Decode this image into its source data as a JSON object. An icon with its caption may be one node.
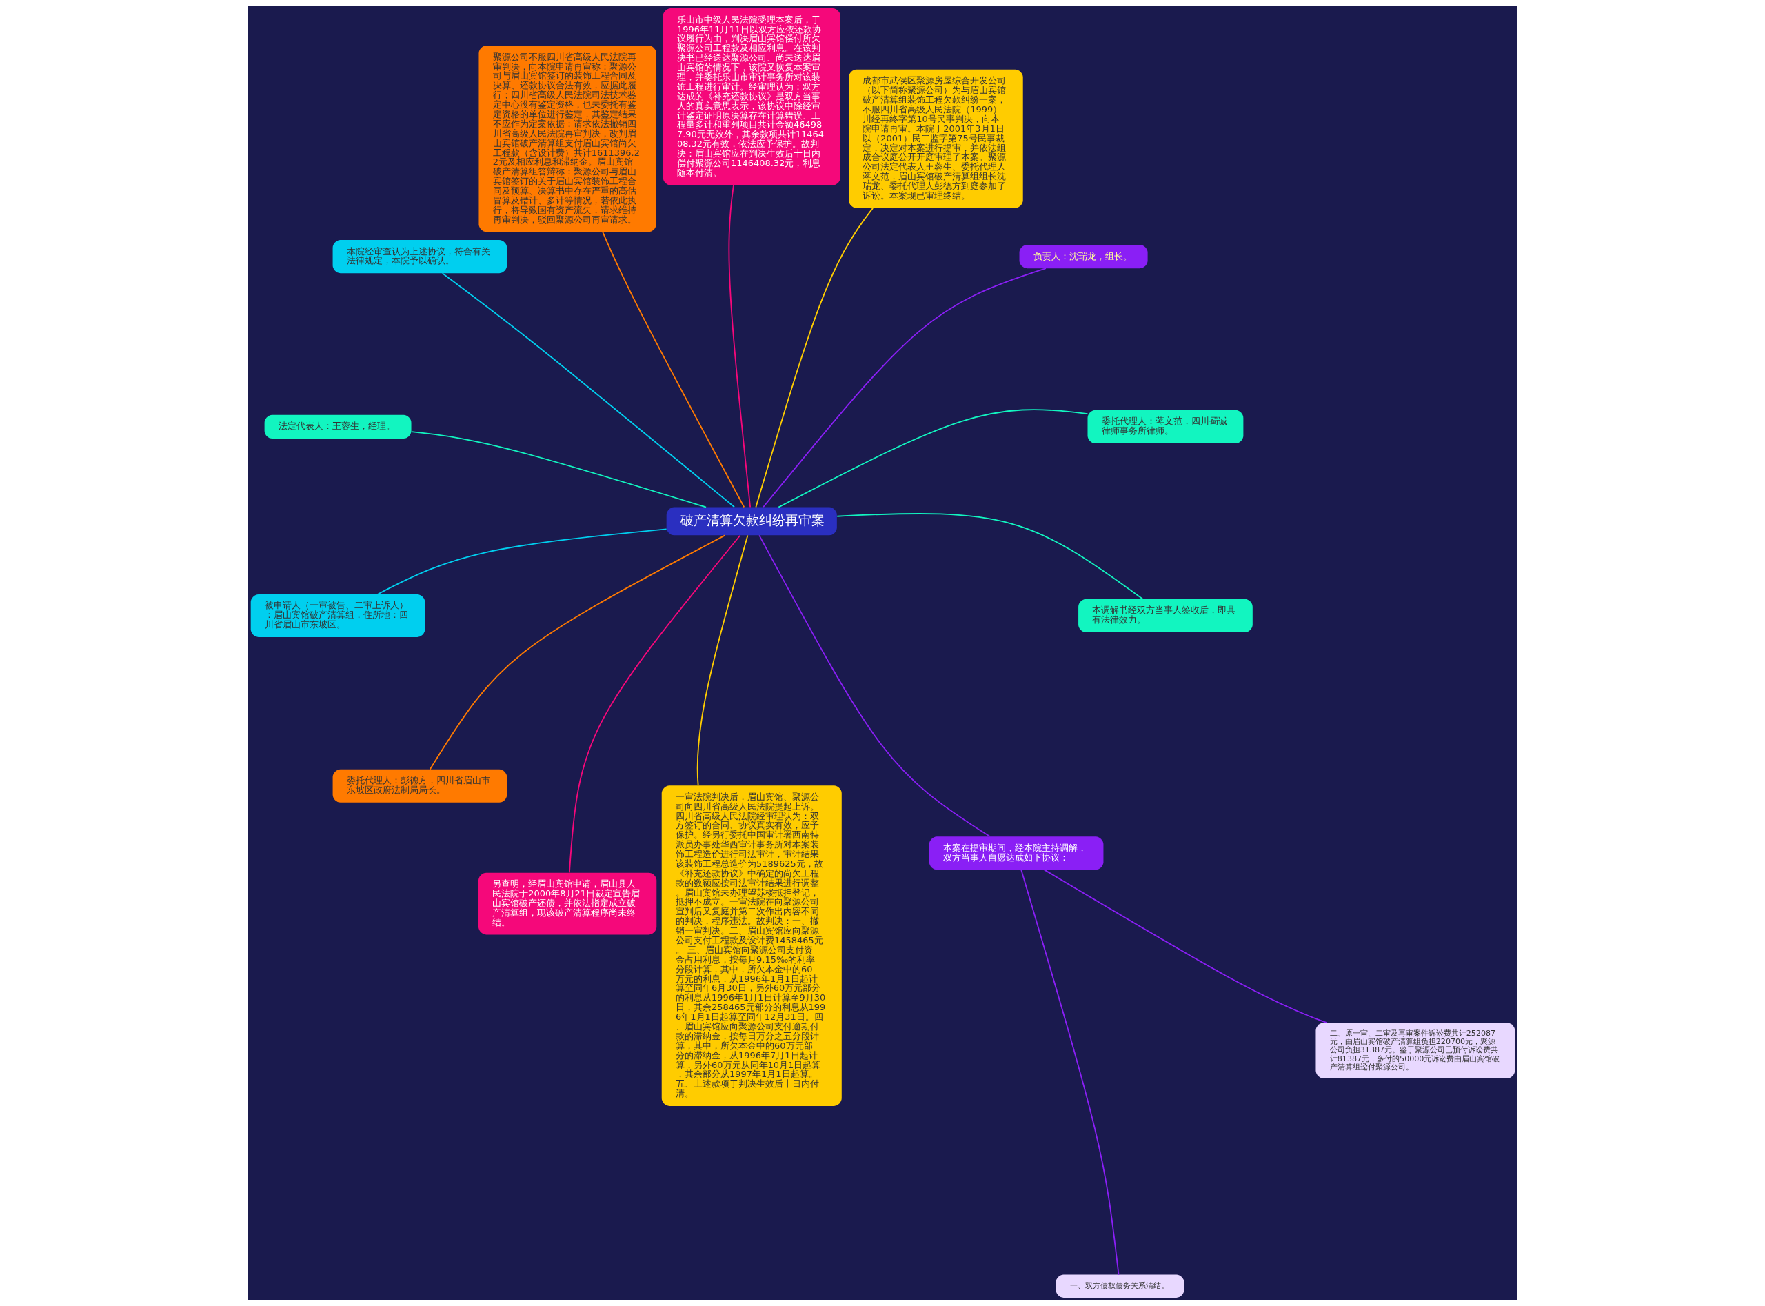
{
  "diagram": {
    "nodes": [
      {
        "text": [
          "破产清算欠款纠纷再审案"
        ]
      },
      {
        "text": [
          "委托代理人：蒋文范，四川蜀诚律师事务所律师。"
        ]
      },
      {
        "text": [
          "负责人：沈瑞龙，组长。"
        ]
      },
      {
        "text": [
          "成都市武侯区聚源房屋综合开发公司（以下简称聚源公司）为与眉山宾馆破产清算组装饰工程欠款纠纷一案，不服四川省高级人民法院（1999）川经再终字第10号民事判决，向本院申请再审。本院于2001年3月1日以（2001）民二监字第75号民事裁定，决定对本案进行提审，并依法组成合议庭公开开庭审理了本案。聚源公司法定代表人王蓉生、委托代理人蒋文范，眉山宾馆破产清算组组长沈瑞龙、委托代理人彭德方到庭参加了诉讼。本案现已审理终结。"
        ]
      },
      {
        "text": [
          "乐山市中级人民法院受理本案后，于1996年11月11日以双方应依还款协议履行为由，判决眉山宾馆偿付所欠聚源公司工程款及相应利息。在该判决书已经送达聚源公司、尚未送达眉山宾馆的情况下，该院又恢复本案审理，并委托乐山市审计事务所对该装饰工程进行审计。经审理认为：双方达成的《补充还款协议》是双方当事人的真实意思表示，该协议中除经审计鉴定证明原决算存在计算错误、工程量多计和重列项目共计金额464987.90元无效外，其余款项共计1146408.32元有效，依法应予保护。故判决：眉山宾馆应在判决生效后十日内偿付聚源公司1146408.32元，利息随本付清。"
        ]
      },
      {
        "text": [
          "聚源公司不服四川省高级人民法院再审判决，向本院申请再审称：聚源公司与眉山宾馆签订的装饰工程合同及决算、还款协议合法有效，应据此履行；四川省高级人民法院司法技术鉴定中心没有鉴定资格，也未委托有鉴定资格的单位进行鉴定，其鉴定结果不应作为定案依据；请求依法撤销四川省高级人民法院再审判决，改判眉山宾馆破产清算组支付眉山宾馆尚欠工程款（含设计费）共计1611396.22元及相应利息和滞纳金。眉山宾馆破产清算组答辩称：聚源公司与眉山宾馆签订的关于眉山宾馆装饰工程合同及预算、决算书中存在严重的高估冒算及错计、多计等情况，若依此执行，将导致国有资产流失，请求维持再审判决，驳回聚源公司再审请求。"
        ]
      },
      {
        "text": [
          "本院经审查认为上述协议，符合有关法律规定，本院予以确认。"
        ]
      },
      {
        "text": [
          "法定代表人：王蓉生，经理。"
        ]
      },
      {
        "text": [
          "被申请人（一审被告、二审上诉人）：眉山宾馆破产清算组，住所地：四川省眉山市东坡区。"
        ]
      },
      {
        "text": [
          "委托代理人：彭德方，四川省眉山市东坡区政府法制局局长。"
        ]
      },
      {
        "text": [
          "另查明，经眉山宾馆申请，眉山县人民法院于2000年8月21日裁定宣告眉山宾馆破产还债，并依法指定成立破产清算组，现该破产清算程序尚未终结。"
        ]
      },
      {
        "text": [
          "一审法院判决后，眉山宾馆、聚源公司向四川省高级人民法院提起上诉。四川省高级人民法院经审理认为：双方签订的合同、协议真实有效，应予保护。经另行委托中国审计署西南特派员办事处华西审计事务所对本案装饰工程造价进行司法审计，审计结果该装饰工程总造价为5189625元，故《补充还款协议》中确定的尚欠工程款的数额应按司法审计结果进行调整。眉山宾馆未办理望苏楼抵押登记，抵押不成立。一审法院在向聚源公司宣判后又复庭并第二次作出内容不同的判决，程序违法。故判决：一、撤销一审判决。二、眉山宾馆应向聚源公司支付工程款及设计费1458465元。 三、眉山宾馆向聚源公司支付资金占用利息，按每月9.15‰的利率分段计算，其中，所欠本金中的60万元的利息，从1996年1月1日起计算至同年6月30日，另外60万元部分的利息从1996年1月1日计算至9月30日，其余258465元部分的利息从1996年1月1日起算至同年12月31日。四、眉山宾馆应向聚源公司支付逾期付款的滞纳金，按每日万分之五分段计算，其中，所欠本金中的60万元部分的滞纳金，从1996年7月1日起计算，另外60万元从同年10月1日起算，其余部分从1997年1月1日起算。五、上述款项于判决生效后十日内付清。"
        ]
      },
      {
        "text": [
          "本案在提审期间，经本院主持调解，双方当事人自愿达成如下协议："
        ]
      },
      {
        "text": [
          "一、双方债权债务关系清结。"
        ]
      },
      {
        "text": [
          "二、原一审、二审及再审案件诉讼费共计252087元，由眉山宾馆破产清算组负担220700元，聚源公司负担31387元。鉴于聚源公司已预付诉讼费共计81387元，多付的50000元诉讼费由眉山宾馆破产清算组迳付聚源公司。"
        ]
      },
      {
        "text": [
          "本调解书经双方当事人签收后，即具有法律效力。"
        ]
      }
    ],
    "edges": [
      {
        "from": 0,
        "to": 1,
        "arrow": "none",
        "color": "#12f5c0"
      },
      {
        "from": 0,
        "to": 2,
        "arrow": "none",
        "color": "#8a1ff5"
      },
      {
        "from": 0,
        "to": 3,
        "arrow": "none",
        "color": "#ffcc00"
      },
      {
        "from": 0,
        "to": 4,
        "arrow": "none",
        "color": "#f5087a"
      },
      {
        "from": 0,
        "to": 5,
        "arrow": "none",
        "color": "#ff7a00"
      },
      {
        "from": 0,
        "to": 6,
        "arrow": "none",
        "color": "#00cfef"
      },
      {
        "from": 0,
        "to": 7,
        "arrow": "none",
        "color": "#12f5c0"
      },
      {
        "from": 0,
        "to": 8,
        "arrow": "none",
        "color": "#00cfef"
      },
      {
        "from": 0,
        "to": 9,
        "arrow": "none",
        "color": "#ff7a00"
      },
      {
        "from": 0,
        "to": 10,
        "arrow": "none",
        "color": "#f5087a"
      },
      {
        "from": 0,
        "to": 11,
        "arrow": "none",
        "color": "#ffcc00"
      },
      {
        "from": 0,
        "to": 12,
        "arrow": "none",
        "color": "#8a1ff5"
      },
      {
        "from": 12,
        "to": 13,
        "arrow": "none",
        "color": "#8a1ff5"
      },
      {
        "from": 12,
        "to": 14,
        "arrow": "none",
        "color": "#8a1ff5"
      },
      {
        "from": 0,
        "to": 15,
        "arrow": "none",
        "color": "#12f5c0"
      }
    ]
  }
}
